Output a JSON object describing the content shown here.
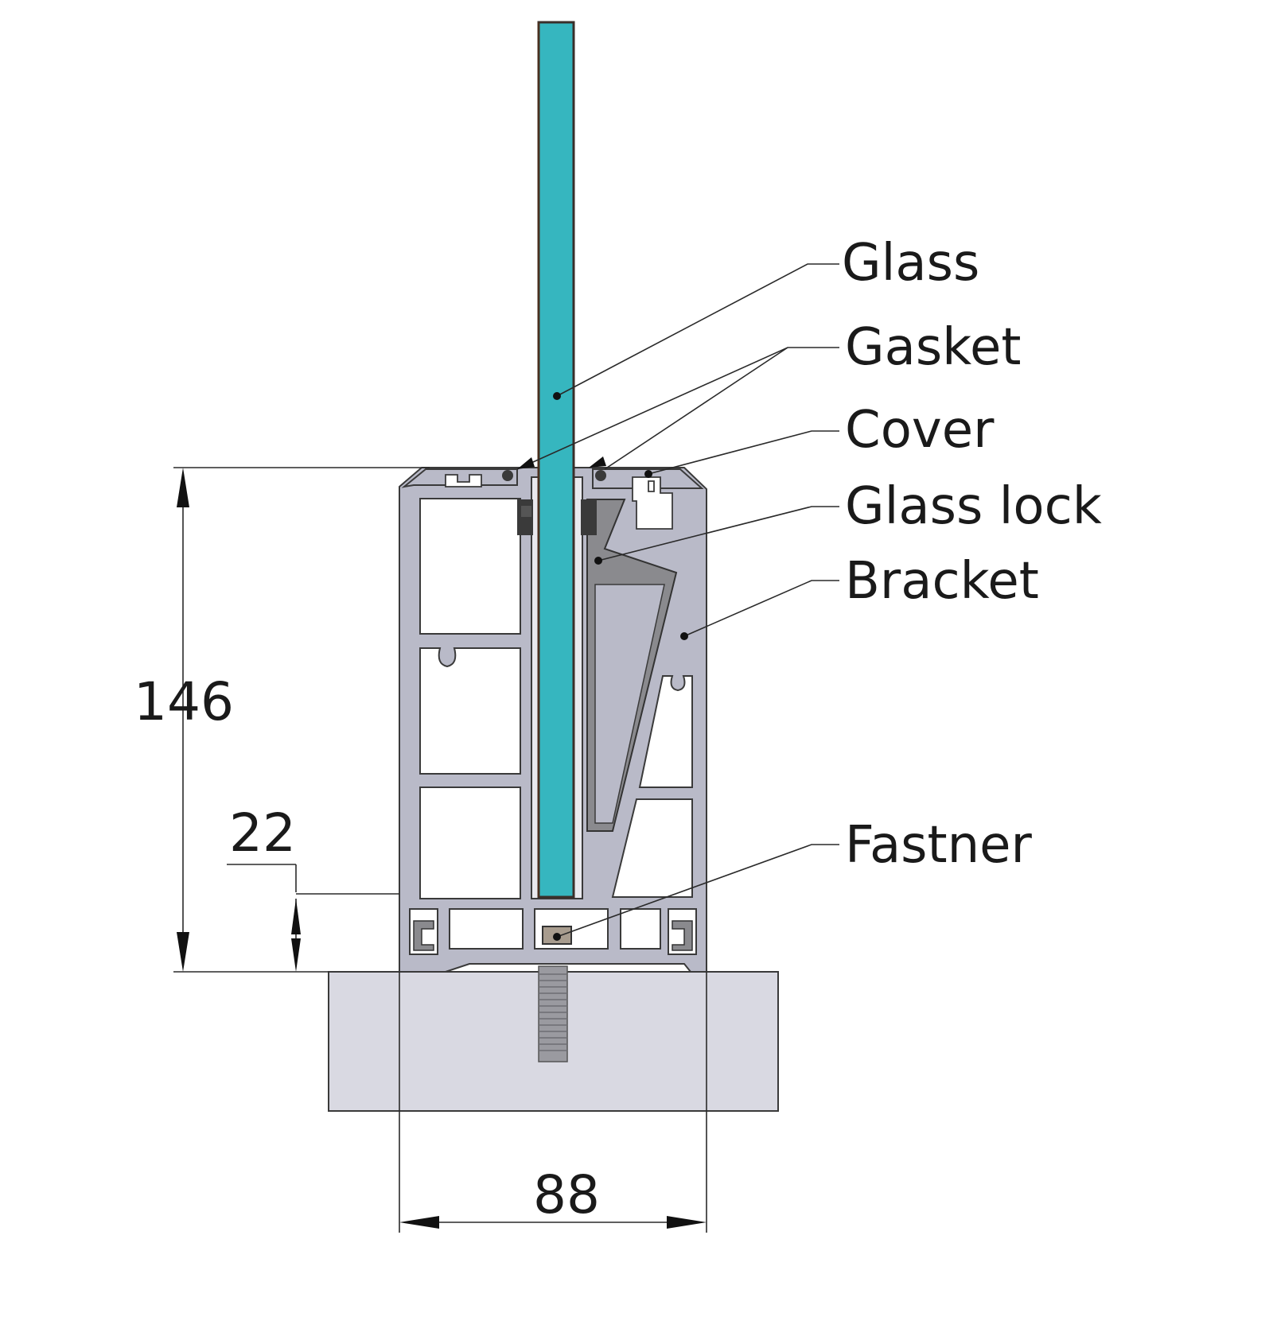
{
  "labels": {
    "glass": "Glass",
    "gasket": "Gasket",
    "cover": "Cover",
    "glass_lock": "Glass lock",
    "bracket": "Bracket",
    "fastner": "Fastner"
  },
  "dimensions": {
    "height_total": "146",
    "height_base": "22",
    "width": "88"
  },
  "colors": {
    "glass": "#36b6bf",
    "profile": "#b9bac8",
    "glass_lock": "#8a8a8e",
    "gasket": "#3a3a3a",
    "substrate": "#d9d9e2",
    "bolt": "#9a9aa0"
  }
}
